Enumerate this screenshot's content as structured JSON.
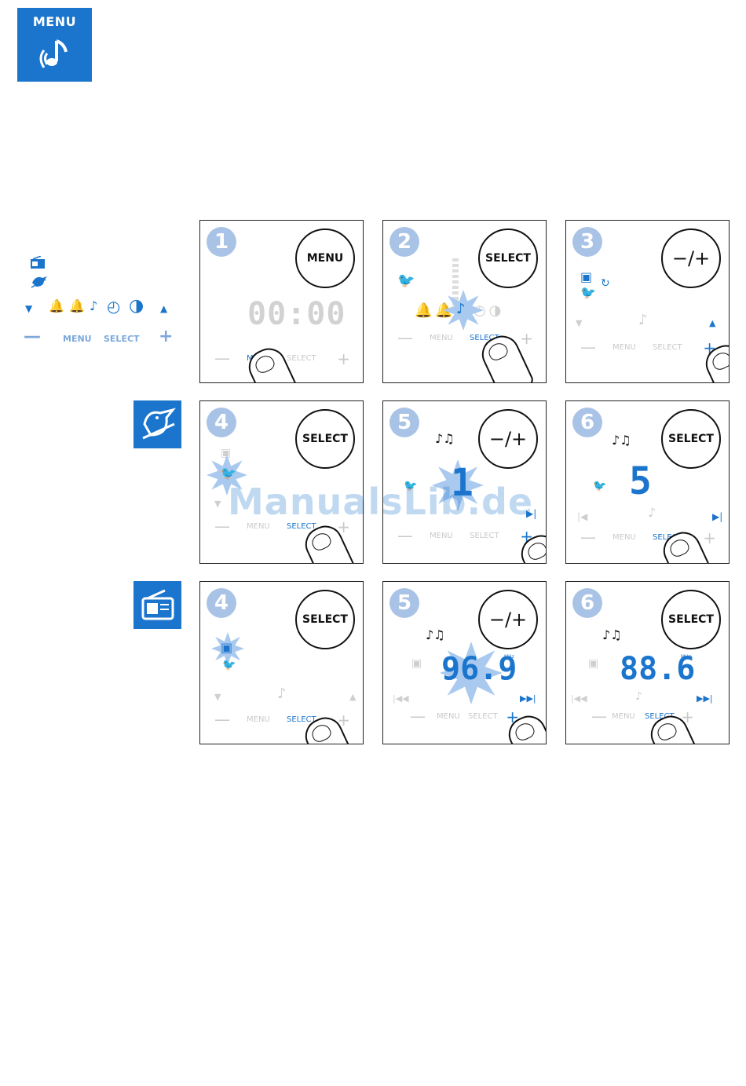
{
  "header": {
    "menu_label": "MENU",
    "icon": "music-note-icon"
  },
  "legend": {
    "row_icons": [
      "radio-icon",
      "bird-icon"
    ],
    "indicator_row": [
      "down-arrow-icon",
      "alarm-1-icon",
      "alarm-2-icon",
      "music-note-icon",
      "clock-check-icon",
      "contrast-icon",
      "up-arrow-icon"
    ],
    "control_row": {
      "minus": "—",
      "menu": "MENU",
      "select": "SELECT",
      "plus": "+"
    }
  },
  "side_tiles": [
    "bird-icon",
    "radio-icon"
  ],
  "panels": [
    {
      "step": "1",
      "button": "MENU",
      "display": "00:00"
    },
    {
      "step": "2",
      "button": "SELECT"
    },
    {
      "step": "3",
      "button": "−/+"
    },
    {
      "step": "4",
      "button": "SELECT"
    },
    {
      "step": "5",
      "button": "−/+",
      "display": "1"
    },
    {
      "step": "6",
      "button": "SELECT",
      "display": "5"
    },
    {
      "step": "4",
      "button": "SELECT"
    },
    {
      "step": "5",
      "button": "−/+",
      "display": "96.9",
      "unit": "MHz"
    },
    {
      "step": "6",
      "button": "SELECT",
      "display": "88.6",
      "unit": "MHz"
    }
  ],
  "controls": {
    "minus": "—",
    "menu": "MENU",
    "select": "SELECT",
    "plus": "+"
  },
  "watermark": "ManualsLib.de",
  "colors": {
    "accent": "#1b75cc",
    "step_circle": "#a9c3e6",
    "burst": "#a9c9ef"
  }
}
